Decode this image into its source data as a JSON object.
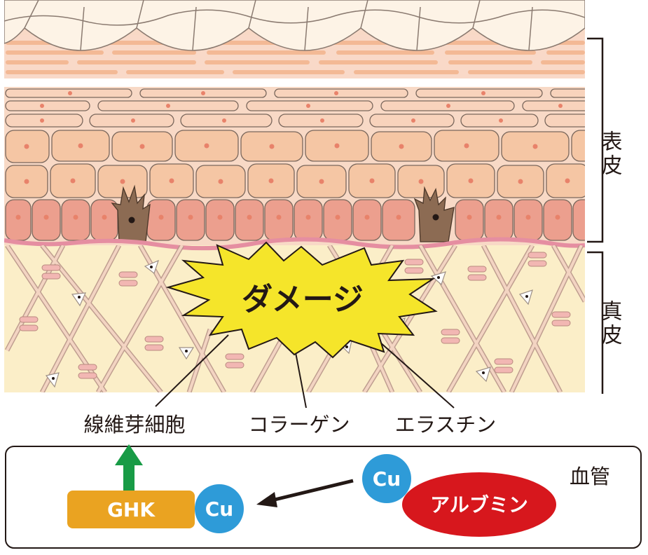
{
  "layers": {
    "epidermis_label": "表皮",
    "dermis_label": "真皮"
  },
  "damage_label": "ダメージ",
  "terms": {
    "fibroblast": "線維芽細胞",
    "collagen": "コラーゲン",
    "elastin": "エラスチン"
  },
  "blood_vessel": {
    "label": "血管",
    "ghk": "GHK",
    "cu_bound": "Cu",
    "cu_free": "Cu",
    "albumin": "アルブミン"
  },
  "colors": {
    "dermis_bg": "#fbeec8",
    "epidermis_cell": "#f5c6a4",
    "basal_cell": "#ec9f8e",
    "nucleus": "#e8826a",
    "melanocyte": "#8c6b53",
    "basement_membrane": "#e58ea1",
    "fiber": "#ecc6b3",
    "damage_burst": "#f5e52a",
    "ghk_box": "#eaa321",
    "cu_circle": "#2e9bd8",
    "albumin": "#d7171d",
    "arrow_up": "#189b46",
    "outline": "#231815"
  }
}
